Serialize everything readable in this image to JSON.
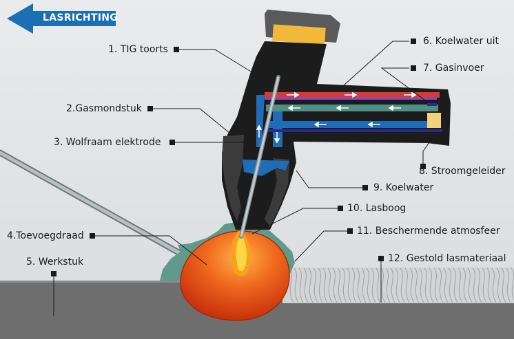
{
  "direction_label": "LASRICHTING",
  "labels": [
    {
      "id": "l1",
      "text": "1. TIG toorts"
    },
    {
      "id": "l2",
      "text": "2.Gasmondstuk"
    },
    {
      "id": "l3",
      "text": "3. Wolfraam elektrode"
    },
    {
      "id": "l4",
      "text": "4.Toevoegdraad"
    },
    {
      "id": "l5",
      "text": "5. Werkstuk"
    },
    {
      "id": "l6",
      "text": "6. Koelwater uit"
    },
    {
      "id": "l7",
      "text": "7. Gasinvoer"
    },
    {
      "id": "l8",
      "text": "8. Stroomgeleider"
    },
    {
      "id": "l9",
      "text": "9. Koelwater"
    },
    {
      "id": "l10",
      "text": "10. Lasboog"
    },
    {
      "id": "l11",
      "text": "11. Beschermende atmosfeer"
    },
    {
      "id": "l12",
      "text": "12. Gestold lasmateriaal"
    }
  ],
  "colors": {
    "background": "#e4e6e7",
    "arrow": "#1a6fb5",
    "torch": "#1c1c1c",
    "cap": "#f2b83a",
    "coolant_out": "#d43a3a",
    "gas": "#4f8f86",
    "coolant": "#1f6db8",
    "workpiece": "#6e6e6e",
    "weld_pool": "#e84a12",
    "shield_gas": "#5f9a8c",
    "filler_wire": "#9aa3a8"
  }
}
